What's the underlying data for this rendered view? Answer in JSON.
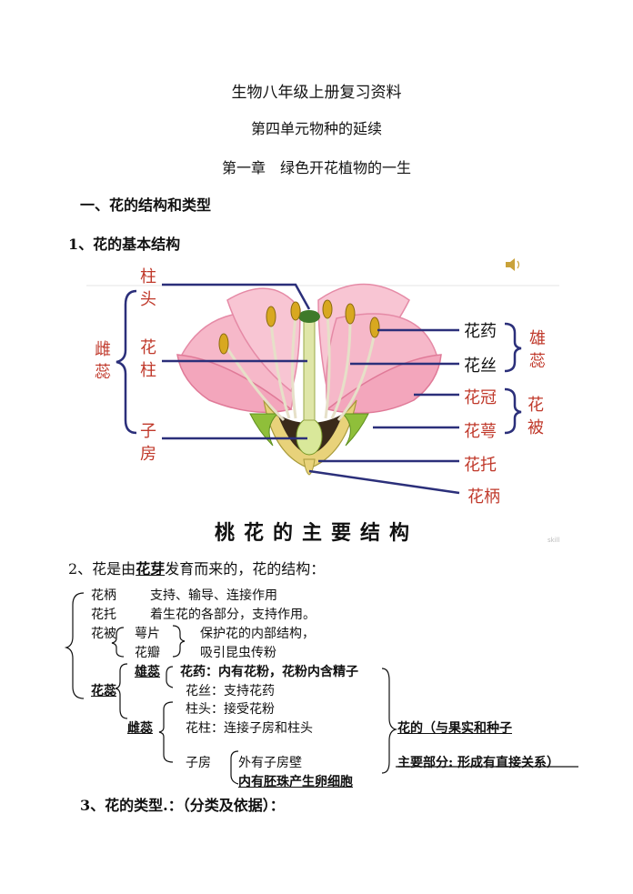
{
  "titles": {
    "main": "生物八年级上册复习资料",
    "unit": "第四单元物种的延续",
    "chapter": "第一章　绿色开花植物的一生"
  },
  "section1": {
    "heading": "一、花的结构和类型",
    "sub1": "1、花的基本结构"
  },
  "diagram": {
    "left_labels": {
      "stigma_1": "柱",
      "stigma_2": "头",
      "pistil_1": "雌",
      "pistil_2": "蕊",
      "style_1": "花",
      "style_2": "柱",
      "ovary_1": "子",
      "ovary_2": "房"
    },
    "right_labels": {
      "anther": "花药",
      "filament": "花丝",
      "stamen_1": "雄",
      "stamen_2": "蕊",
      "corolla": "花冠",
      "calyx": "花萼",
      "perianth_1": "花",
      "perianth_2": "被",
      "receptacle": "花托",
      "pedicel": "花柄"
    },
    "caption": "桃花的主要结构",
    "colors": {
      "line": "#2b2f7a",
      "label_red": "#c0392b",
      "petal": "#f4a7bd",
      "petal_dark": "#e07a98",
      "sepal": "#8fbf3a",
      "stem": "#e8e0a0"
    }
  },
  "section2": {
    "intro_prefix": "2、花是由",
    "intro_bud": "花芽",
    "intro_suffix": "发育而来的，花的结构：",
    "rows": {
      "pedicel_name": "花柄",
      "pedicel_desc": "支持、输导、连接作用",
      "receptacle_name": "花托",
      "receptacle_desc": "着生花的各部分，支持作用。",
      "perianth_name": "花被",
      "sepal_name": "萼片",
      "sepal_desc": "保护花的内部结构，",
      "petal_name": "花瓣",
      "petal_desc": "吸引昆虫传粉",
      "pistil_group": "花蕊",
      "stamen_name": "雄蕊",
      "anther_desc": "花药：内有花粉，花粉内含精子",
      "filament_desc": "花丝：支持花药",
      "pistil_name": "雌蕊",
      "stigma_desc": "柱头：接受花粉",
      "style_desc": "花柱：连接子房和柱头",
      "ovary_name": "子房",
      "ovary_wall": "外有子房壁",
      "ovary_inner": "内有胚珠产生卵细胞",
      "main_note_1": "花的（与果实和种子",
      "main_note_2": "主要部分: 形成有直接关系）"
    }
  },
  "section3": {
    "heading": "3、花的类型.：（分类及依据）："
  }
}
